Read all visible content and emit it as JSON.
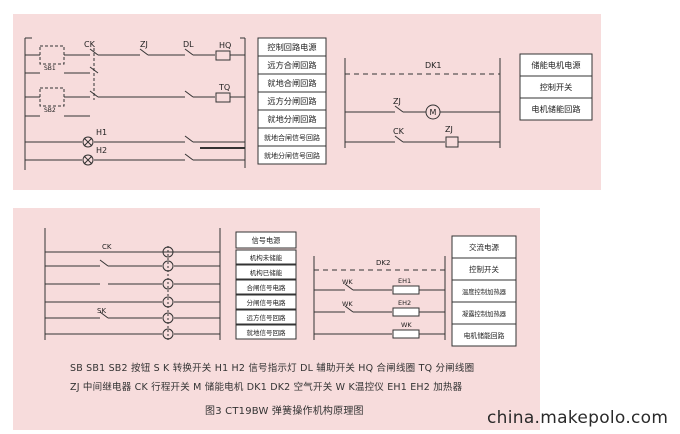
{
  "top_left_labels": {
    "ck": "CK",
    "zj": "ZJ",
    "dl": "DL",
    "hq": "HQ",
    "tq": "TQ",
    "h1": "H1",
    "h2": "H2",
    "sb1": "SB1",
    "sb2": "SB2"
  },
  "top_left_boxes": [
    "控制回路电源",
    "远方合闸回路",
    "就地合闸回路",
    "远方分闸回路",
    "就地分闸回路",
    "就地合闸信号回路",
    "就地分闸信号回路"
  ],
  "top_right_labels": {
    "dk1": "DK1",
    "zj1": "ZJ",
    "m": "M",
    "ck": "CK",
    "zj2": "ZJ"
  },
  "top_right_boxes": [
    "储能电机电源",
    "控制开关",
    "电机储能回路"
  ],
  "bottom_left_labels": {
    "ck": "CK",
    "sk": "SK"
  },
  "bottom_left_boxes": [
    "信号电源",
    "机构未储能",
    "机构已储能",
    "合闸信号电路",
    "分闸信号电路",
    "远方信号回路",
    "就地信号回路"
  ],
  "bottom_right_labels": {
    "dk2": "DK2",
    "wk1": "WK",
    "wk2": "WK",
    "eh1": "EH1",
    "eh2": "EH2",
    "wk3": "WK"
  },
  "bottom_right_boxes": [
    "交流电源",
    "控制开关",
    "温度控制加热器",
    "凝露控制加热器",
    "电机储能回路"
  ],
  "legend_line1": "SB SB1 SB2 按钮  S  K 转换开关 H1 H2 信号指示灯 DL 辅助开关 HQ 合闸线圈 TQ 分闸线圈",
  "legend_line2": "ZJ 中间继电器 CK 行程开关 M 储能电机 DK1 DK2 空气开关 W   K温控仪  EH1 EH2 加热器",
  "figure_title": "图3 CT19BW 弹簧操作机构原理图",
  "watermark": "china.makepolo.com"
}
